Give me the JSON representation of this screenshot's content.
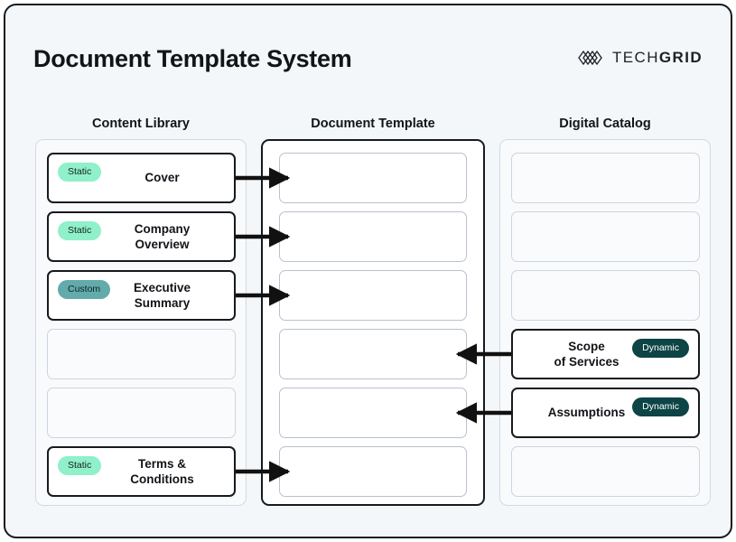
{
  "header": {
    "title": "Document Template System",
    "brand": {
      "mark_icon": "hatched-diamond-logo-icon",
      "text_light": "TECH",
      "text_heavy": "GRID"
    }
  },
  "colors": {
    "page_background": "#f4f7fa",
    "frame_border": "#161a1e",
    "badge_static_bg": "#8ff0c9",
    "badge_custom_bg": "#63aaab",
    "badge_dynamic_bg": "#0d4446",
    "card_filled_border": "#161a1e",
    "card_slot_border": "#b9c1cf",
    "panel_border": "#d3dae4",
    "arrow": "#111111"
  },
  "columns": [
    {
      "id": "content-library",
      "heading": "Content Library",
      "cards": [
        {
          "title": "Cover",
          "badge": "Static",
          "badge_type": "static",
          "state": "filled"
        },
        {
          "title": "Company\nOverview",
          "badge": "Static",
          "badge_type": "static",
          "state": "filled"
        },
        {
          "title": "Executive\nSummary",
          "badge": "Custom",
          "badge_type": "custom",
          "state": "filled"
        },
        {
          "title": "",
          "badge": "",
          "badge_type": "",
          "state": "empty"
        },
        {
          "title": "",
          "badge": "",
          "badge_type": "",
          "state": "empty"
        },
        {
          "title": "Terms &\nConditions",
          "badge": "Static",
          "badge_type": "static",
          "state": "filled"
        }
      ]
    },
    {
      "id": "document-template",
      "heading": "Document Template",
      "cards": [
        {
          "title": "",
          "badge": "",
          "badge_type": "",
          "state": "slot"
        },
        {
          "title": "",
          "badge": "",
          "badge_type": "",
          "state": "slot"
        },
        {
          "title": "",
          "badge": "",
          "badge_type": "",
          "state": "slot"
        },
        {
          "title": "",
          "badge": "",
          "badge_type": "",
          "state": "slot"
        },
        {
          "title": "",
          "badge": "",
          "badge_type": "",
          "state": "slot"
        },
        {
          "title": "",
          "badge": "",
          "badge_type": "",
          "state": "slot"
        }
      ]
    },
    {
      "id": "digital-catalog",
      "heading": "Digital Catalog",
      "cards": [
        {
          "title": "",
          "badge": "",
          "badge_type": "",
          "state": "empty"
        },
        {
          "title": "",
          "badge": "",
          "badge_type": "",
          "state": "empty"
        },
        {
          "title": "",
          "badge": "",
          "badge_type": "",
          "state": "empty"
        },
        {
          "title": "Scope\nof Services",
          "badge": "Dynamic",
          "badge_type": "dynamic",
          "state": "filled"
        },
        {
          "title": "Assumptions",
          "badge": "Dynamic",
          "badge_type": "dynamic",
          "state": "filled"
        },
        {
          "title": "",
          "badge": "",
          "badge_type": "",
          "state": "empty"
        }
      ]
    }
  ],
  "connections": [
    {
      "from": "content-library.0",
      "to": "document-template.0",
      "direction": "right"
    },
    {
      "from": "content-library.1",
      "to": "document-template.1",
      "direction": "right"
    },
    {
      "from": "content-library.2",
      "to": "document-template.2",
      "direction": "right"
    },
    {
      "from": "digital-catalog.3",
      "to": "document-template.3",
      "direction": "left"
    },
    {
      "from": "digital-catalog.4",
      "to": "document-template.4",
      "direction": "left"
    },
    {
      "from": "content-library.5",
      "to": "document-template.5",
      "direction": "right"
    }
  ]
}
